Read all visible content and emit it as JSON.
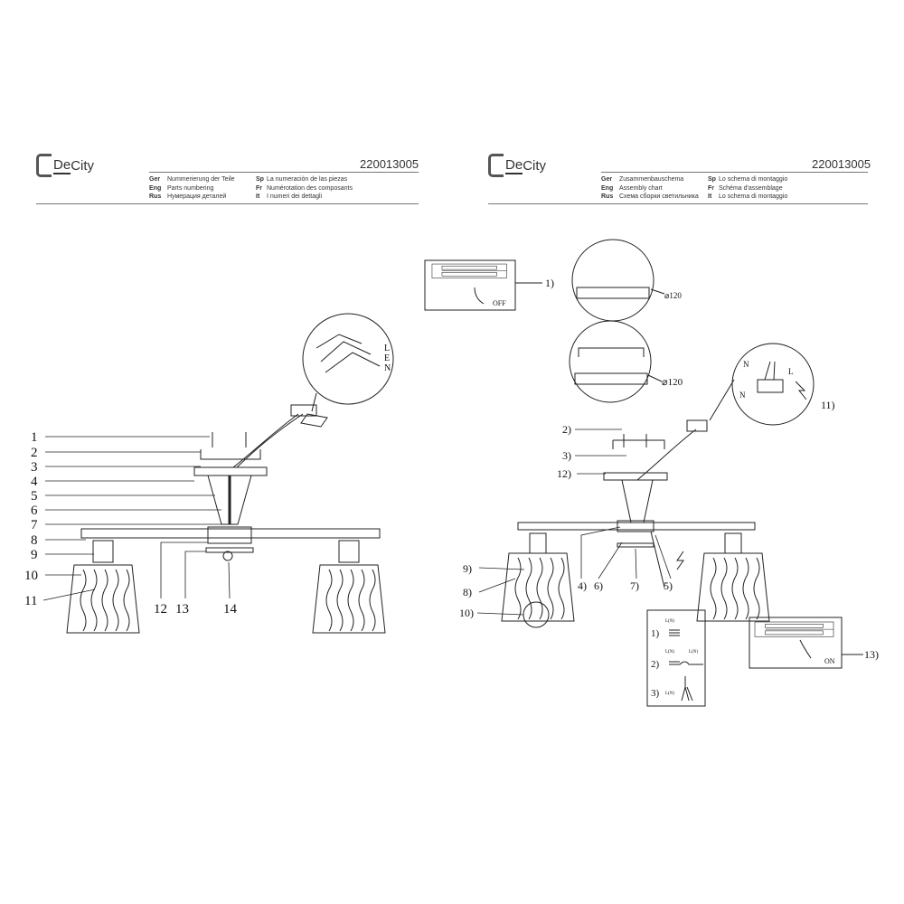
{
  "left_page": {
    "brand": {
      "mark": "De",
      "name": "City"
    },
    "code": "220013005",
    "titles": [
      {
        "lang": "Ger",
        "text": "Nummerierung der Teile"
      },
      {
        "lang": "Eng",
        "text": "Parts numbering"
      },
      {
        "lang": "Rus",
        "text": "Нумерация деталей"
      },
      {
        "lang": "Sp",
        "text": "La numeración de las piezas"
      },
      {
        "lang": "Fr",
        "text": "Numérotation des composants"
      },
      {
        "lang": "It",
        "text": "I numeri dei dettagli"
      }
    ],
    "wire_labels": [
      "L",
      "E",
      "N"
    ],
    "part_labels": [
      "1",
      "2",
      "3",
      "4",
      "5",
      "6",
      "7",
      "8",
      "9",
      "10",
      "11",
      "12",
      "13",
      "14"
    ]
  },
  "right_page": {
    "brand": {
      "mark": "De",
      "name": "City"
    },
    "code": "220013005",
    "titles": [
      {
        "lang": "Ger",
        "text": "Zusammenbauschema"
      },
      {
        "lang": "Eng",
        "text": "Assembly chart"
      },
      {
        "lang": "Rus",
        "text": "Схема сборки светильника"
      },
      {
        "lang": "Sp",
        "text": "Lo schema di montaggio"
      },
      {
        "lang": "Fr",
        "text": "Schéma d'assemblage"
      },
      {
        "lang": "It",
        "text": "Lo schema di montaggio"
      }
    ],
    "step_labels": {
      "s1": "1)",
      "s2": "2)",
      "s3": "3)",
      "s4": "4)",
      "s5": "5)",
      "s6": "6)",
      "s7": "7)",
      "s8": "8)",
      "s9": "9)",
      "s10": "10)",
      "s11": "11)",
      "s12": "12)",
      "s13": "13)"
    },
    "switch_off": "OFF",
    "switch_on": "ON",
    "diameter_1": "⌀120",
    "diameter_2": "⌀120",
    "terminal_labels": {
      "n1": "N",
      "l": "L",
      "n2": "N"
    },
    "wiring_inset": {
      "items": [
        "1)",
        "2)",
        "3)"
      ],
      "wire_label": "L(N)"
    }
  }
}
